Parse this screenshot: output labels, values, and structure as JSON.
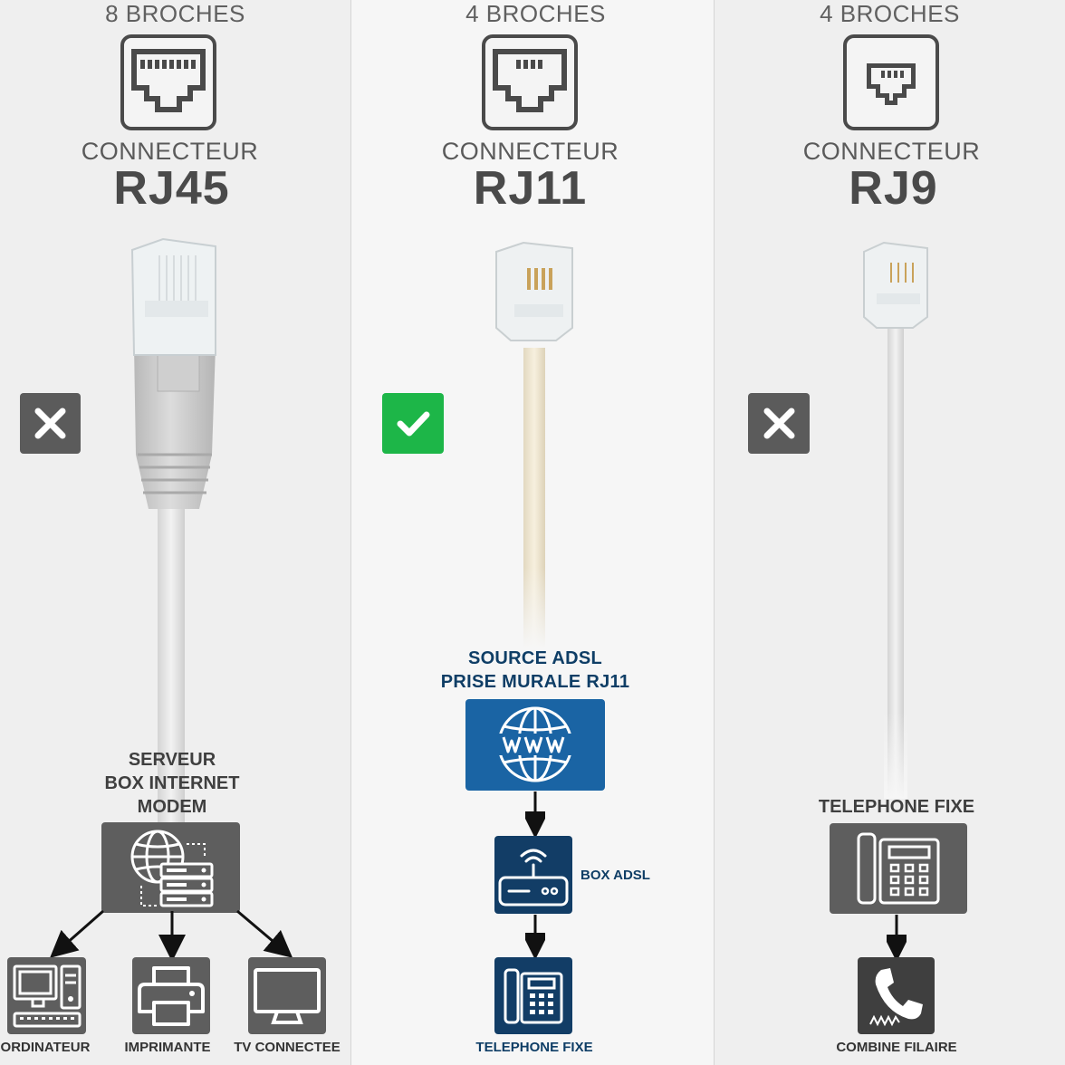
{
  "columns": [
    {
      "pins": "8 BROCHES",
      "connector_label": "CONNECTEUR",
      "connector_name": "RJ45",
      "status": "incompatible",
      "device_title_lines": [
        "SERVEUR",
        "BOX INTERNET",
        "MODEM"
      ],
      "devices": [
        "ORDINATEUR",
        "IMPRIMANTE",
        "TV CONNECTEE"
      ]
    },
    {
      "pins": "4 BROCHES",
      "connector_label": "CONNECTEUR",
      "connector_name": "RJ11",
      "status": "compatible",
      "source_lines": [
        "SOURCE ADSL",
        "PRISE MURALE RJ11"
      ],
      "box_label": "BOX ADSL",
      "phone_label": "TELEPHONE FIXE"
    },
    {
      "pins": "4 BROCHES",
      "connector_label": "CONNECTEUR",
      "connector_name": "RJ9",
      "status": "incompatible",
      "device_title": "TELEPHONE FIXE",
      "device_label": "COMBINE FILAIRE"
    }
  ],
  "colors": {
    "grey_box": "#5e5e5e",
    "blue_light": "#1a64a4",
    "blue_dark": "#123d66",
    "green_check": "#1db648",
    "grey_cross": "#5b5b5b"
  }
}
